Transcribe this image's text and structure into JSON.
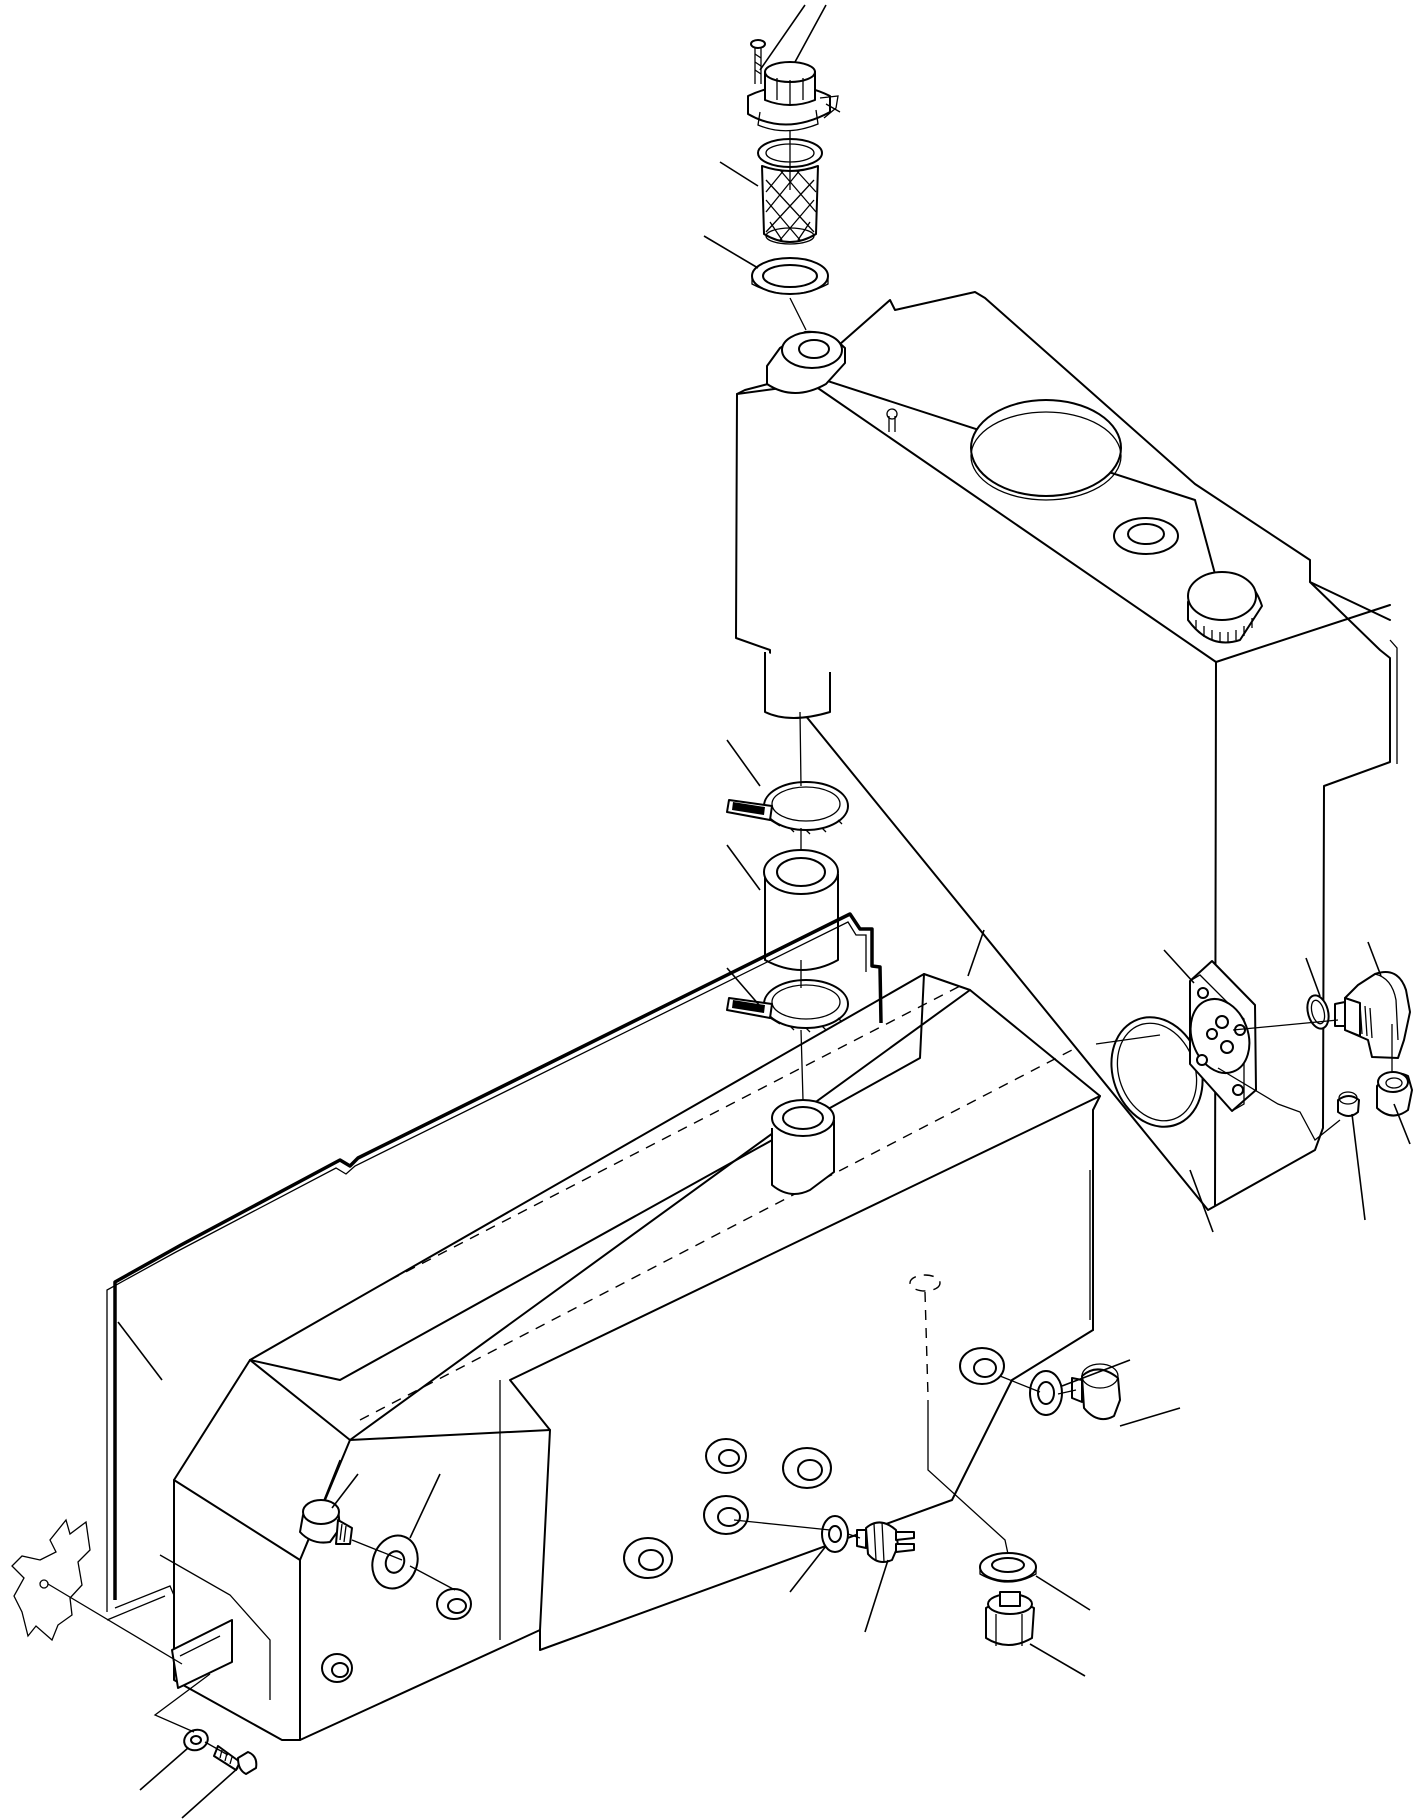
{
  "diagram": {
    "parts": [
      {
        "id": "filler-cap",
        "icon": "filler-cap-icon"
      },
      {
        "id": "cap-screws",
        "icon": "screw-icon"
      },
      {
        "id": "strainer",
        "icon": "strainer-icon"
      },
      {
        "id": "filler-gasket",
        "icon": "gasket-icon"
      },
      {
        "id": "upper-tank",
        "icon": "tank-icon"
      },
      {
        "id": "upper-hose-clamp",
        "icon": "clamp-icon"
      },
      {
        "id": "connecting-hose",
        "icon": "hose-icon"
      },
      {
        "id": "lower-hose-clamp",
        "icon": "clamp-icon"
      },
      {
        "id": "lower-tank",
        "icon": "tank-icon"
      },
      {
        "id": "tank-seal",
        "icon": "seal-icon"
      },
      {
        "id": "drain-plug-left",
        "icon": "plug-icon"
      },
      {
        "id": "washer-left",
        "icon": "washer-icon"
      },
      {
        "id": "flange-plate",
        "icon": "flange-icon"
      },
      {
        "id": "flange-o-ring",
        "icon": "o-ring-icon"
      },
      {
        "id": "small-o-ring",
        "icon": "o-ring-icon"
      },
      {
        "id": "elbow-fitting",
        "icon": "elbow-icon"
      },
      {
        "id": "fitting-nut",
        "icon": "nut-icon"
      },
      {
        "id": "small-nut",
        "icon": "nut-icon"
      },
      {
        "id": "washer-right",
        "icon": "washer-icon"
      },
      {
        "id": "drain-plug-right",
        "icon": "plug-icon"
      },
      {
        "id": "sender-washer",
        "icon": "washer-icon"
      },
      {
        "id": "sender-unit",
        "icon": "sensor-icon"
      },
      {
        "id": "bottom-washer",
        "icon": "washer-icon"
      },
      {
        "id": "bottom-plug",
        "icon": "plug-icon"
      },
      {
        "id": "bracket-washer",
        "icon": "washer-icon"
      },
      {
        "id": "bracket-bolt",
        "icon": "bolt-icon"
      }
    ]
  }
}
